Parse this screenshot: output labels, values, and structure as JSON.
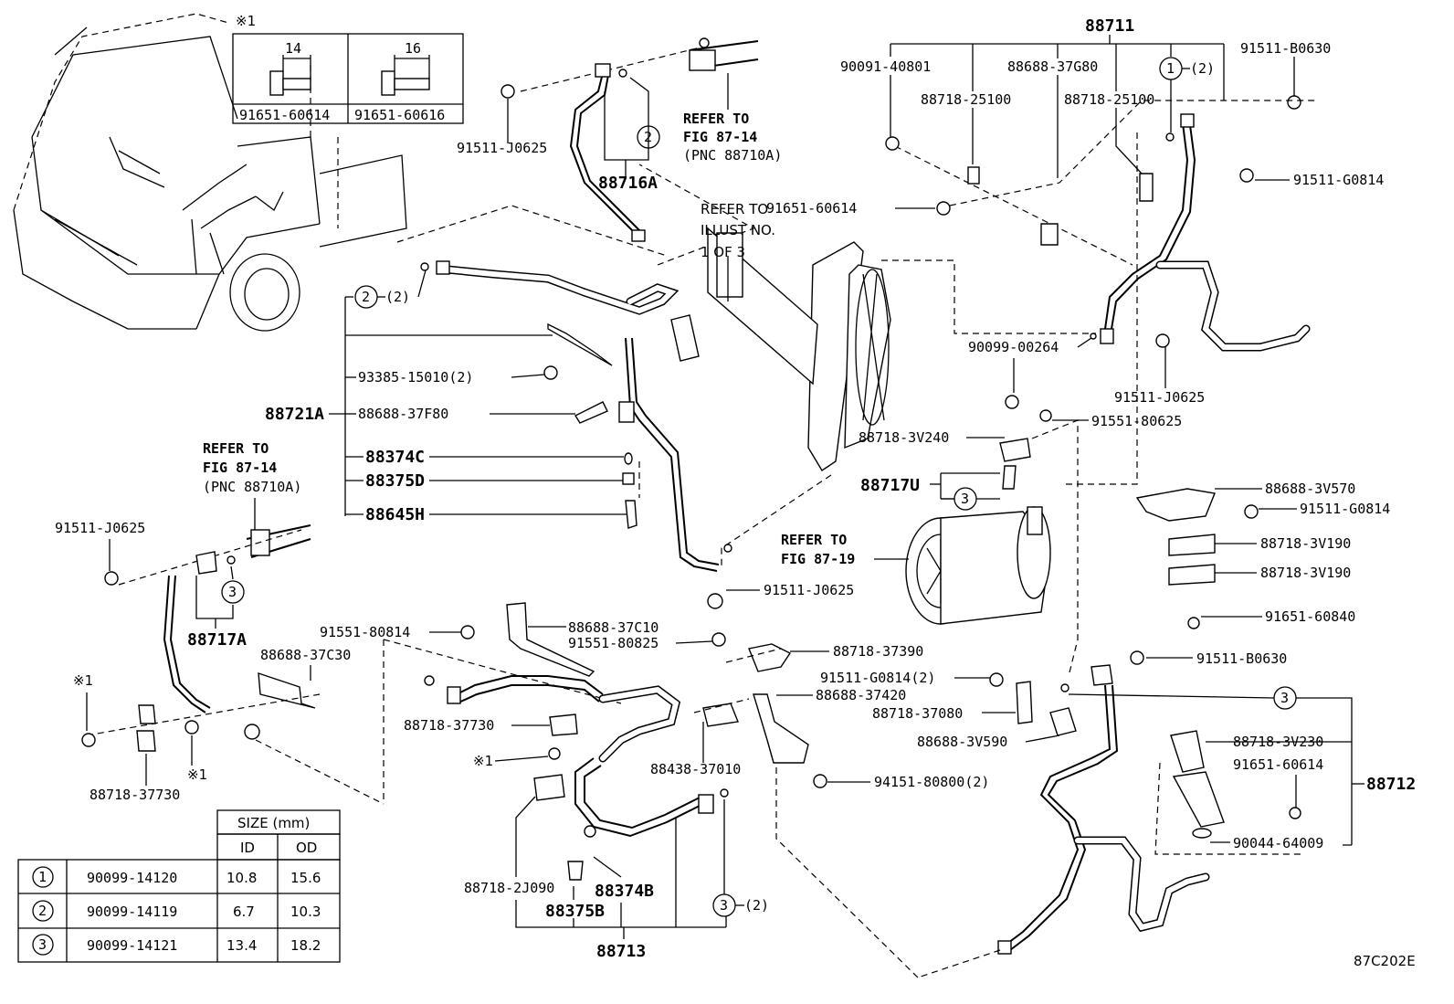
{
  "diagram_code": "87C202E",
  "bolt_box": {
    "note_mark": "※1",
    "items": [
      {
        "dimension": "14",
        "part_no": "91651-60614"
      },
      {
        "dimension": "16",
        "part_no": "91651-60616"
      }
    ]
  },
  "refer_notes": {
    "fig_87_14_top": [
      "REFER TO",
      "FIG 87-14",
      "(PNC 88710A)"
    ],
    "illust_1_of_3": [
      "REFER TO",
      "ILLUST NO.",
      "1 OF 3"
    ],
    "fig_87_14_left": [
      "REFER TO",
      "FIG 87-14",
      "(PNC 88710A)"
    ],
    "fig_87_19": [
      "REFER TO",
      "FIG 87-19"
    ]
  },
  "labels": {
    "p88711": "88711",
    "p90091_40801": "90091-40801",
    "p88688_37G80": "88688-37G80",
    "p88718_25100_a": "88718-25100",
    "p88718_25100_b": "88718-25100",
    "p91511_B0630_top": "91511-B0630",
    "o1_qty": "(2)",
    "p91511_G0814_top": "91511-G0814",
    "p91651_60614_mid": "91651-60614",
    "p90099_00264": "90099-00264",
    "p91511_J0625_right": "91511-J0625",
    "p91551_80625": "91551-80625",
    "p88718_3V240": "88718-3V240",
    "p88717U": "88717U",
    "p88688_3V570": "88688-3V570",
    "p91511_G0814_right": "91511-G0814",
    "p88718_3V190_a": "88718-3V190",
    "p88718_3V190_b": "88718-3V190",
    "p91651_60840": "91651-60840",
    "p91511_B0630_mid": "91511-B0630",
    "p88712": "88712",
    "p88718_3V230": "88718-3V230",
    "p91651_60614_low": "91651-60614",
    "p90044_64009": "90044-64009",
    "p91511_J0625_top": "91511-J0625",
    "p88716A": "88716A",
    "o2_qty": "(2)",
    "p88721A": "88721A",
    "p93385_15010": "93385-15010(2)",
    "p88688_37F80": "88688-37F80",
    "p88374C": "88374C",
    "p88375D": "88375D",
    "p88645H": "88645H",
    "p91511_J0625_left": "91511-J0625",
    "p88717A": "88717A",
    "p88688_37C30": "88688-37C30",
    "p88718_37730_left": "88718-37730",
    "p91511_J0625_comp": "91511-J0625",
    "p91551_80814": "91551-80814",
    "p88688_37C10": "88688-37C10",
    "p91551_80825": "91551-80825",
    "p88718_37390": "88718-37390",
    "p91511_G0814_2": "91511-G0814(2)",
    "p88688_37420": "88688-37420",
    "p88718_37080": "88718-37080",
    "p88688_3V590": "88688-3V590",
    "p88718_37730_mid": "88718-37730",
    "p88438_37010": "88438-37010",
    "p94151_80800": "94151-80800(2)",
    "p88718_2J090": "88718-2J090",
    "p88374B": "88374B",
    "p88375B": "88375B",
    "p88713": "88713",
    "o3_qty": "(2)",
    "note1_a": "※1",
    "note1_b": "※1",
    "note1_c": "※1"
  },
  "size_table": {
    "header": "SIZE (mm)",
    "columns": [
      "ID",
      "OD"
    ],
    "rows": [
      {
        "mark": "1",
        "part_no": "90099-14120",
        "id": "10.8",
        "od": "15.6"
      },
      {
        "mark": "2",
        "part_no": "90099-14119",
        "id": "6.7",
        "od": "10.3"
      },
      {
        "mark": "3",
        "part_no": "90099-14121",
        "id": "13.4",
        "od": "18.2"
      }
    ]
  },
  "circle_marks": {
    "one": "1",
    "two": "2",
    "three": "3"
  }
}
